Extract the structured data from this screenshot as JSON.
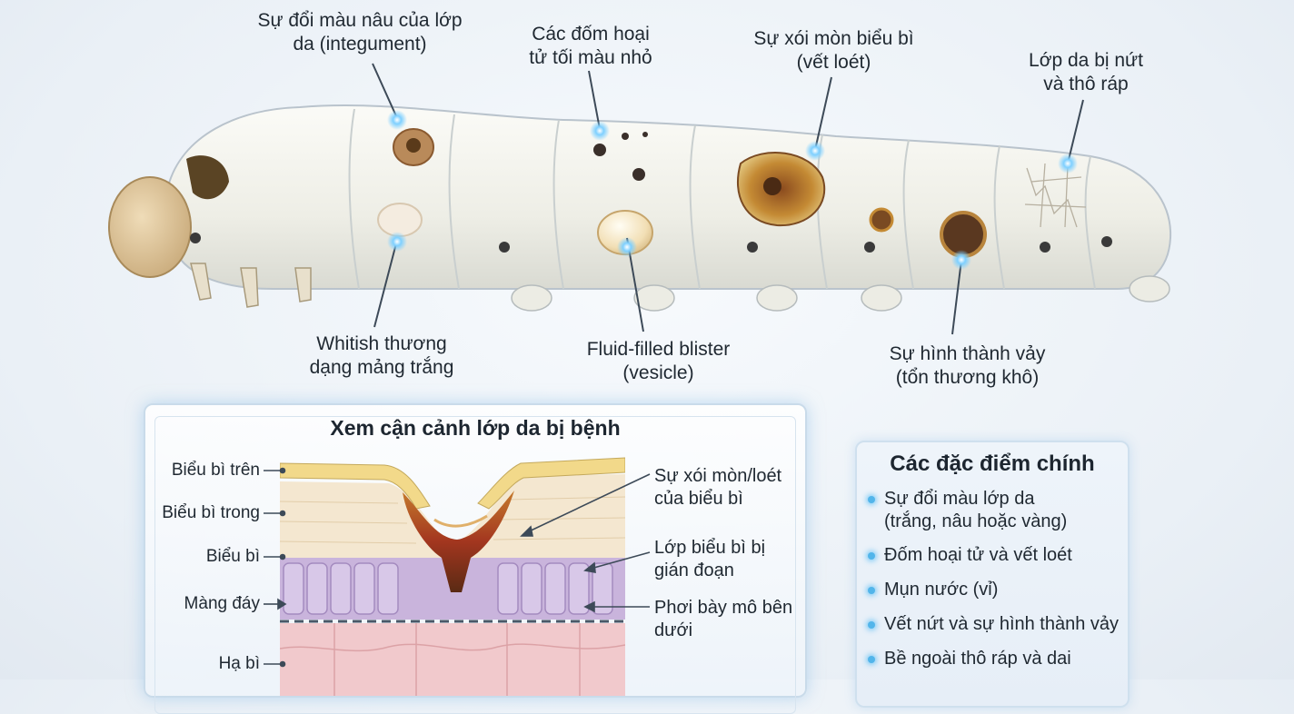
{
  "annotations_top": [
    {
      "id": "integument",
      "text": "Sự đổi màu nâu của lớp\nda (integument)"
    },
    {
      "id": "necrotic-spots",
      "text": "Các đốm hoại\ntử tối màu nhỏ"
    },
    {
      "id": "erosion",
      "text": "Sự xói mòn biểu bì\n(vết loét)"
    },
    {
      "id": "cracked",
      "text": "Lớp da bị nứt\nvà thô ráp"
    }
  ],
  "annotations_bottom": [
    {
      "id": "whitish",
      "text": "Whitish thương\ndạng mảng trắng"
    },
    {
      "id": "blister",
      "text": "Fluid-filled blister\n(vesicle)"
    },
    {
      "id": "scab",
      "text": "Sự hình thành vảy\n(tổn thương khô)"
    }
  ],
  "closeup": {
    "title": "Xem cận cảnh lớp da bị bệnh",
    "left_labels": [
      "Biểu bì trên",
      "Biểu bì trong",
      "Biểu bì",
      "Màng đáy",
      "Hạ bì"
    ],
    "right_labels": [
      "Sự xói mòn/loét\ncủa biểu bì",
      "Lớp biểu bì bị\ngián đoạn",
      "Phơi bày mô bên\ndưới"
    ]
  },
  "features": {
    "title": "Các đặc điểm chính",
    "items": [
      "Sự đổi màu lớp da\n(trắng, nâu hoặc vàng)",
      "Đốm hoại tử và vết loét",
      "Mụn nước (vỉ)",
      "Vết nứt và sự hình thành vảy",
      "Bề ngoài thô ráp và dai"
    ]
  },
  "colors": {
    "accent_glow": "#52b5ea",
    "body": "#f1f1ea",
    "lesion_brown": "#7a4a22",
    "tissue_purple": "#c9b4dc",
    "tissue_pink": "#f1c9cc"
  }
}
